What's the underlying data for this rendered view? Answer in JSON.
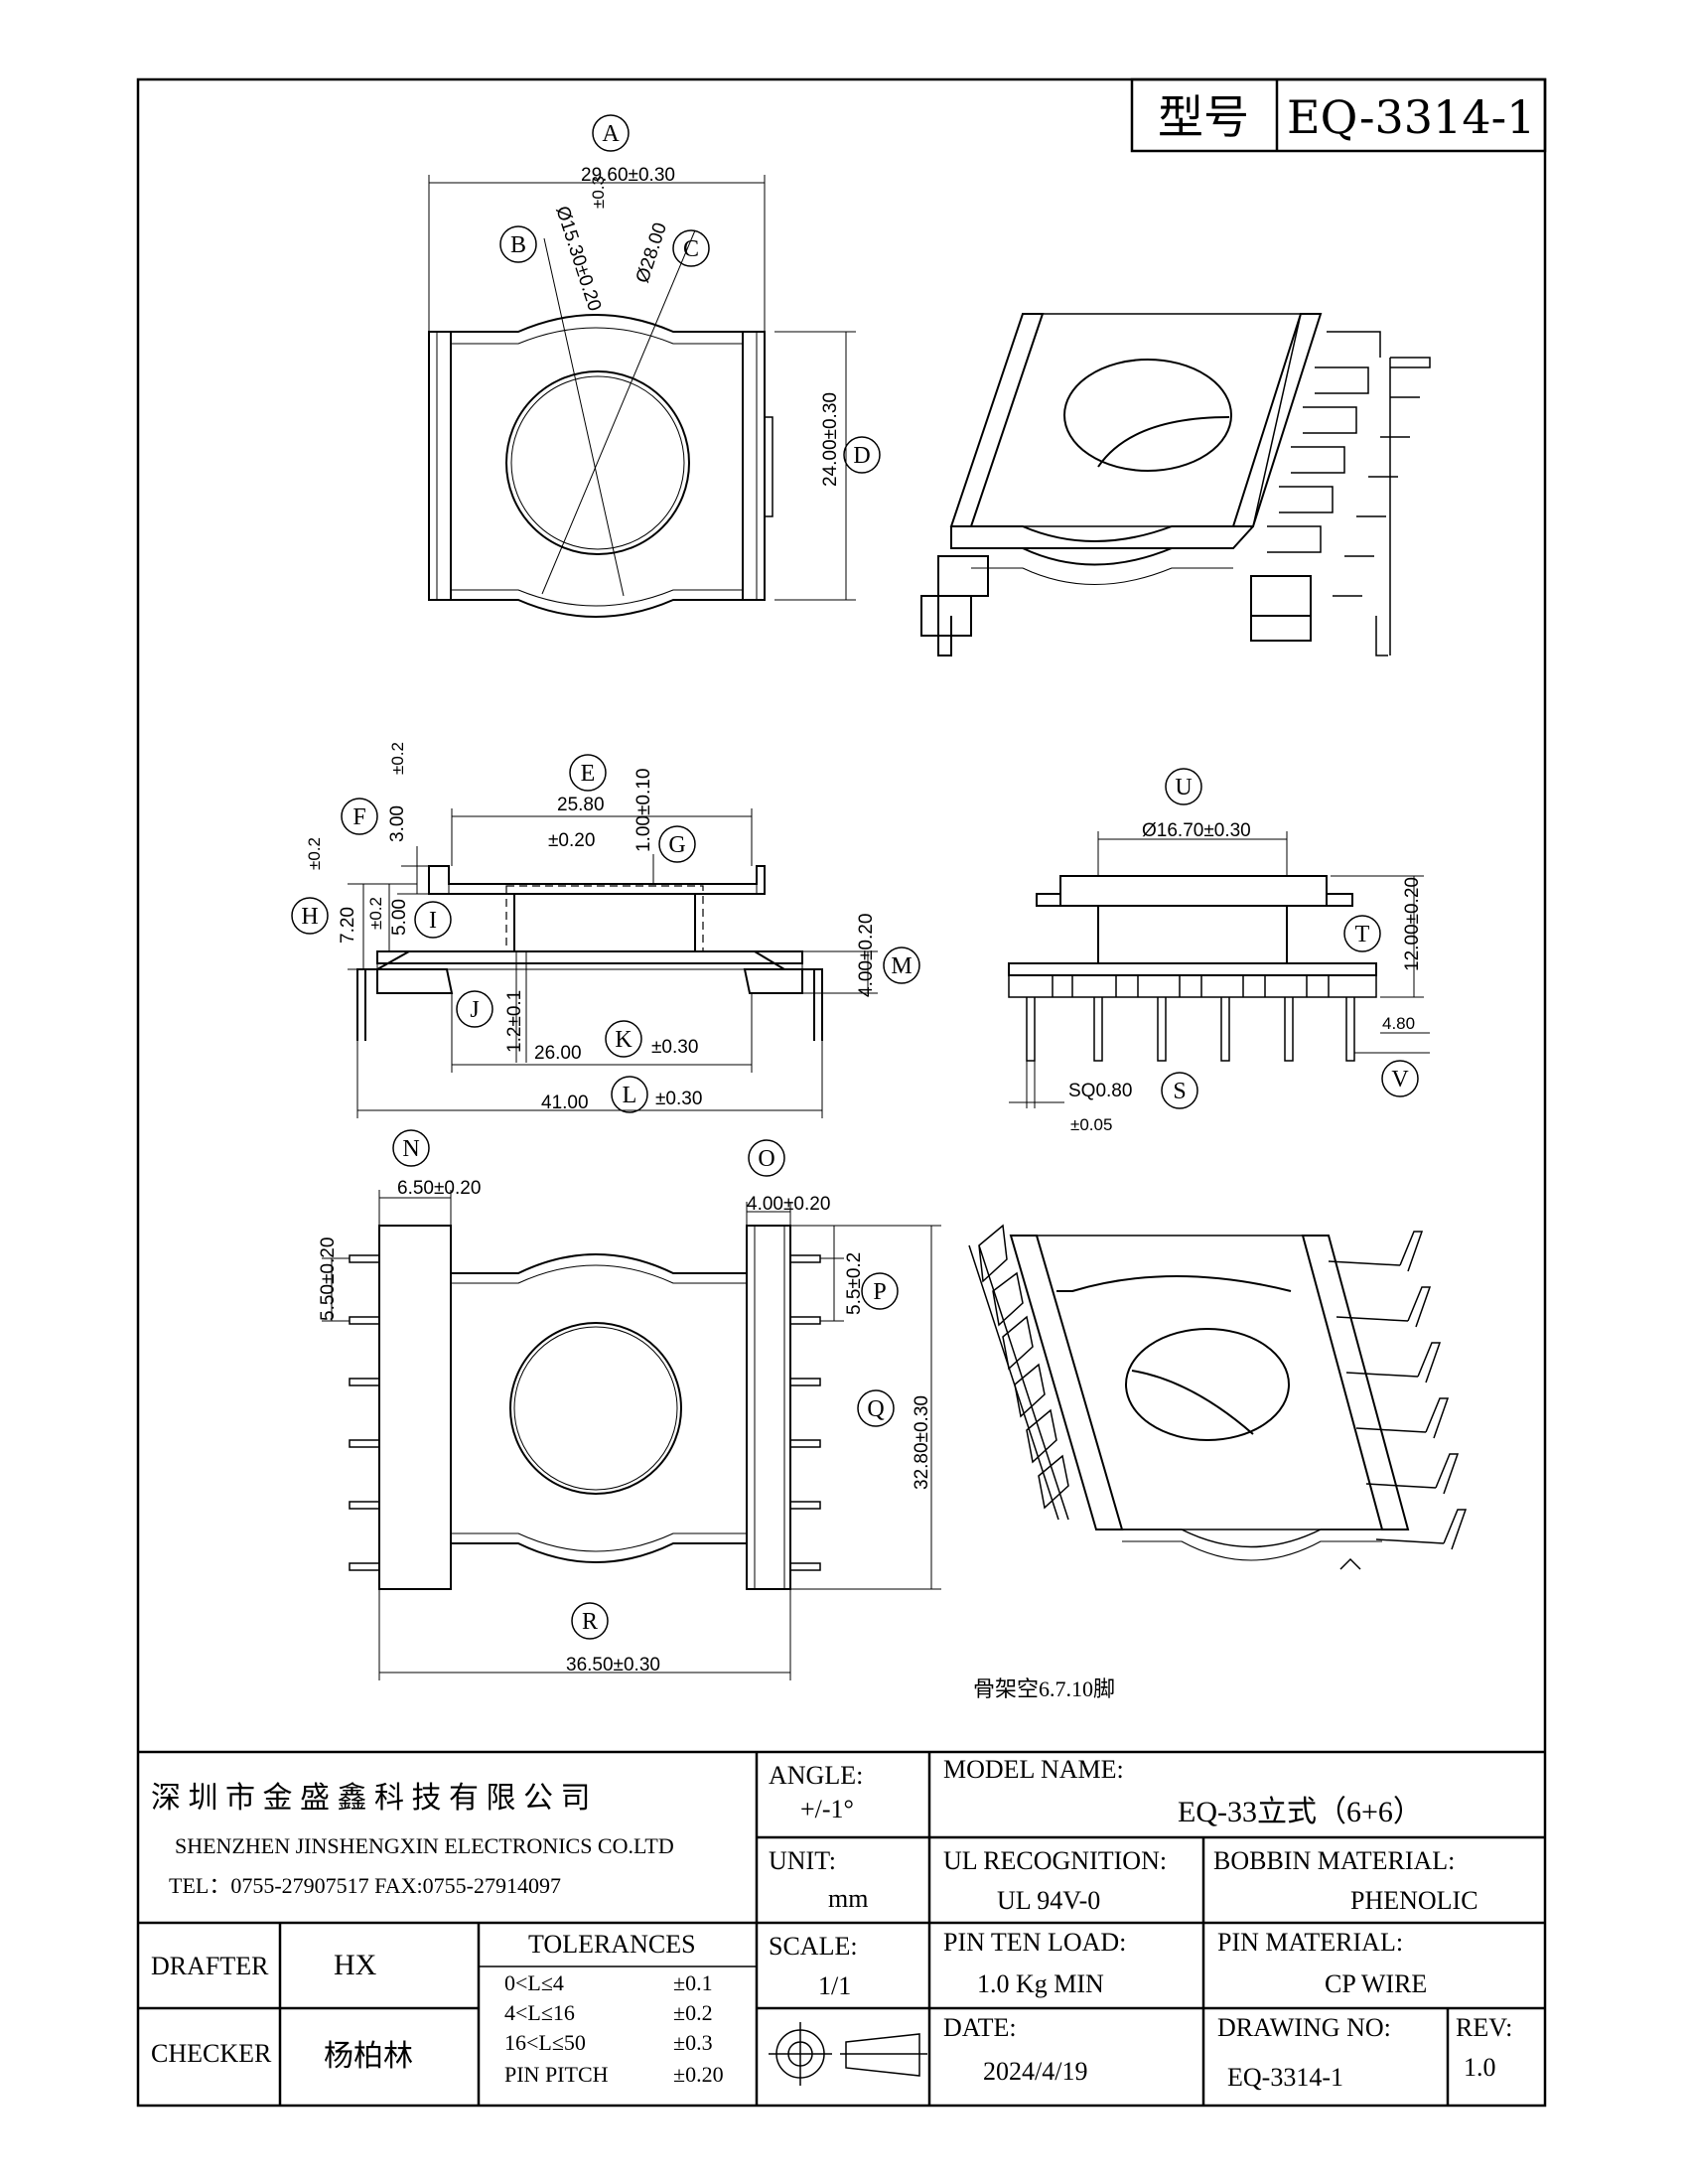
{
  "model_box": {
    "label": "型号",
    "value": "EQ-3314-1"
  },
  "dims": {
    "A": "29.60±0.30",
    "B": "Ø15.30±0.20",
    "C_tol": "±0.3",
    "C": "Ø28.00",
    "D": "24.00±0.30",
    "E": "25.80",
    "E_tol": "±0.20",
    "F": "3.00",
    "F_tol": "±0.2",
    "G": "1.00±0.10",
    "H": "7.20",
    "H_tol": "±0.2",
    "I": "5.00",
    "I_tol": "±0.2",
    "J": "1.2±0.1",
    "K": "26.00",
    "K_tol": "±0.30",
    "L": "41.00",
    "L_tol": "±0.30",
    "M": "4.00±0.20",
    "U": "Ø16.70±0.30",
    "T": "12.00±0.20",
    "V": "4.80",
    "S": "SQ0.80",
    "S_tol": "±0.05",
    "N": "6.50±0.20",
    "O": "4.00±0.20",
    "P": "5.5±0.2",
    "Q": "32.80±0.30",
    "R": "36.50±0.30",
    "left_pitch": "5.50±0.20"
  },
  "callouts": [
    "A",
    "B",
    "C",
    "D",
    "E",
    "F",
    "G",
    "H",
    "I",
    "J",
    "K",
    "L",
    "M",
    "N",
    "O",
    "P",
    "Q",
    "R",
    "S",
    "T",
    "U",
    "V"
  ],
  "note": "骨架空6.7.10脚",
  "title_block": {
    "company_cn": "深 圳 市 金 盛 鑫 科 技 有 限 公 司",
    "company_en": "SHENZHEN  JINSHENGXIN  ELECTRONICS    CO.LTD",
    "contact": "TEL：0755-27907517    FAX:0755-27914097",
    "angle_label": "ANGLE:",
    "angle_value": "+/-1°",
    "unit_label": "UNIT:",
    "unit_value": "mm",
    "scale_label": "SCALE:",
    "scale_value": "1/1",
    "model_name_label": "MODEL NAME:",
    "model_name_value": "EQ-33立式（6+6）",
    "ul_label": "UL RECOGNITION:",
    "ul_value": "UL 94V-0",
    "bobbin_label": "BOBBIN MATERIAL:",
    "bobbin_value": "PHENOLIC",
    "pin_load_label": "PIN TEN LOAD:",
    "pin_load_value": "1.0 Kg MIN",
    "pin_material_label": "PIN MATERIAL:",
    "pin_material_value": "CP WIRE",
    "date_label": "DATE:",
    "date_value": "2024/4/19",
    "drawing_no_label": "DRAWING NO:",
    "drawing_no_value": "EQ-3314-1",
    "rev_label": "REV:",
    "rev_value": "1.0",
    "drafter_label": "DRAFTER",
    "drafter_value": "HX",
    "checker_label": "CHECKER",
    "checker_value": "杨柏林",
    "tolerances_title": "TOLERANCES",
    "tolerances": [
      {
        "range": "0<L≤4",
        "tol": "±0.1"
      },
      {
        "range": "4<L≤16",
        "tol": "±0.2"
      },
      {
        "range": "16<L≤50",
        "tol": "±0.3"
      },
      {
        "range": "PIN PITCH",
        "tol": "±0.20"
      }
    ]
  }
}
